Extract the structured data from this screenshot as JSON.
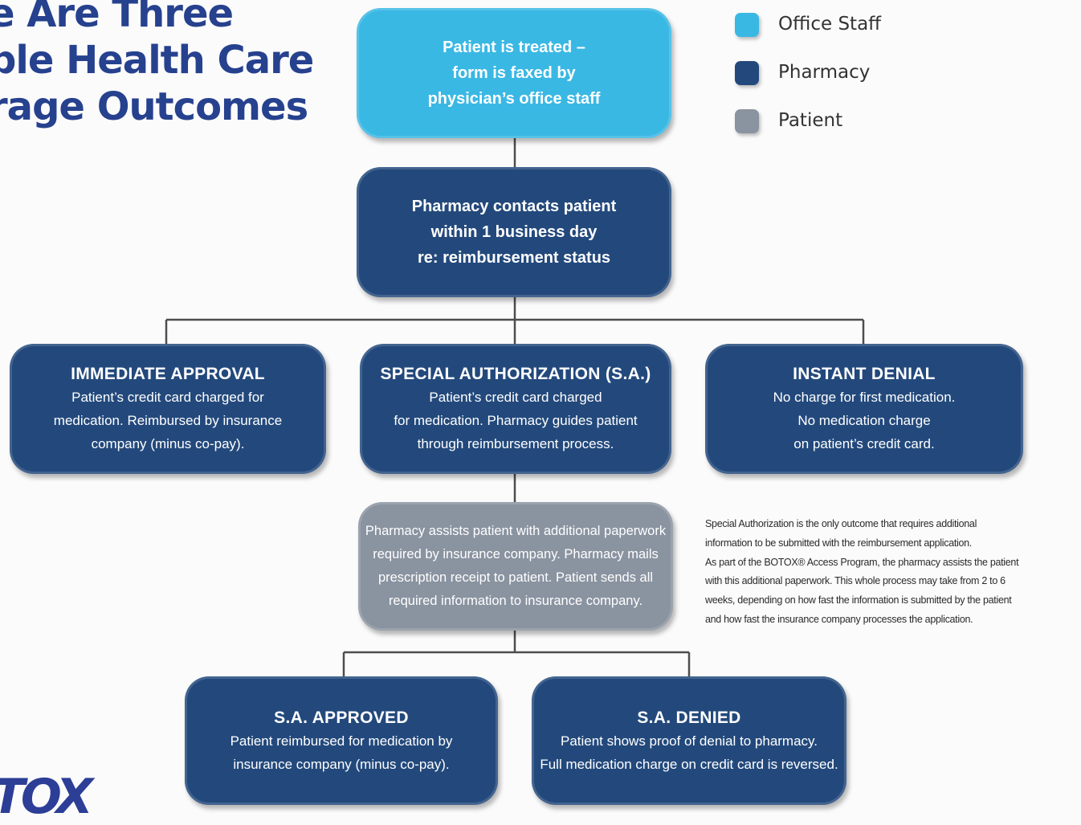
{
  "title": {
    "lines": [
      "e Are Three",
      "ble Health Care",
      "rage Outcomes"
    ]
  },
  "legend": [
    {
      "label": "Office Staff",
      "color": "#3ab8e4"
    },
    {
      "label": "Pharmacy",
      "color": "#23497c"
    },
    {
      "label": "Patient",
      "color": "#8a93a0"
    }
  ],
  "nodes": {
    "treated": {
      "lines": [
        "Patient is treated –",
        "form is faxed by",
        "physician’s office staff"
      ],
      "role": "Office Staff"
    },
    "contacts": {
      "lines": [
        "Pharmacy contacts patient",
        "within 1 business day",
        "re: reimbursement status"
      ],
      "role": "Pharmacy"
    },
    "immediate_approval": {
      "heading": "IMMEDIATE APPROVAL",
      "lines": [
        "Patient’s credit card charged for",
        "medication. Reimbursed by insurance",
        "company (minus co-pay)."
      ],
      "role": "Pharmacy"
    },
    "special_authorization": {
      "heading": "SPECIAL AUTHORIZATION (S.A.)",
      "lines": [
        "Patient’s credit card charged",
        "for medication. Pharmacy guides patient",
        "through reimbursement process."
      ],
      "role": "Pharmacy"
    },
    "instant_denial": {
      "heading": "INSTANT DENIAL",
      "lines": [
        "No charge for first medication.",
        "No medication charge",
        "on patient’s credit card."
      ],
      "role": "Pharmacy"
    },
    "paperwork": {
      "lines": [
        "Pharmacy assists patient with additional paperwork",
        "required by insurance company. Pharmacy mails",
        "prescription receipt to patient. Patient sends all",
        "required information to insurance company."
      ],
      "role": "Patient"
    },
    "sa_approved": {
      "heading": "S.A. APPROVED",
      "lines": [
        "Patient reimbursed for medication by",
        "insurance company (minus co-pay)."
      ],
      "role": "Pharmacy"
    },
    "sa_denied": {
      "heading": "S.A. DENIED",
      "lines": [
        "Patient shows proof of denial to pharmacy.",
        "Full medication charge on credit card is reversed."
      ],
      "role": "Pharmacy"
    }
  },
  "note": {
    "lines": [
      "Special Authorization is the only outcome that requires additional",
      "information to be submitted with the reimbursement application.",
      "As part of the BOTOX® Access Program, the pharmacy assists the patient",
      "with this additional paperwork. This whole process may take from 2 to 6",
      "weeks, depending on how fast the information is submitted by the patient",
      "and how fast the insurance company processes the application."
    ]
  },
  "logo": {
    "text": "TOX"
  },
  "edges": [
    [
      "treated",
      "contacts"
    ],
    [
      "contacts",
      "immediate_approval"
    ],
    [
      "contacts",
      "special_authorization"
    ],
    [
      "contacts",
      "instant_denial"
    ],
    [
      "special_authorization",
      "paperwork"
    ],
    [
      "paperwork",
      "sa_approved"
    ],
    [
      "paperwork",
      "sa_denied"
    ]
  ]
}
